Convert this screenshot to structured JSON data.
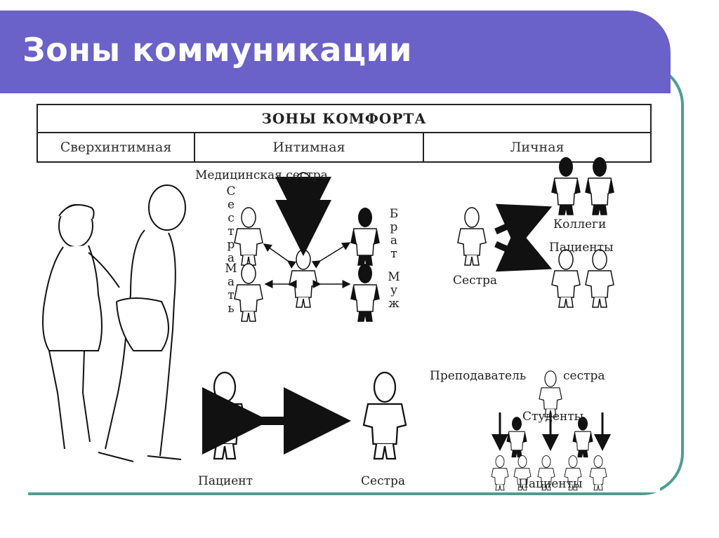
{
  "slide": {
    "title": "Зоны коммуникации"
  },
  "table": {
    "header": "ЗОНЫ КОМФОРТА",
    "zones": [
      "Сверхинтимная",
      "Интимная",
      "Личная"
    ]
  },
  "intimate": {
    "nurse_label": "Медицинская сестра",
    "sister": "Сестра",
    "mother": "Мать",
    "brother": "Брат",
    "husband": "Муж"
  },
  "personal": {
    "colleagues": "Коллеги",
    "patients": "Пациенты",
    "nurse": "Сестра"
  },
  "bottom_left": {
    "patient": "Пациент",
    "nurse": "Сестра"
  },
  "bottom_right": {
    "teacher": "Преподаватель",
    "nurse": "сестра",
    "students": "Студенты",
    "patients": "Пациенты"
  }
}
